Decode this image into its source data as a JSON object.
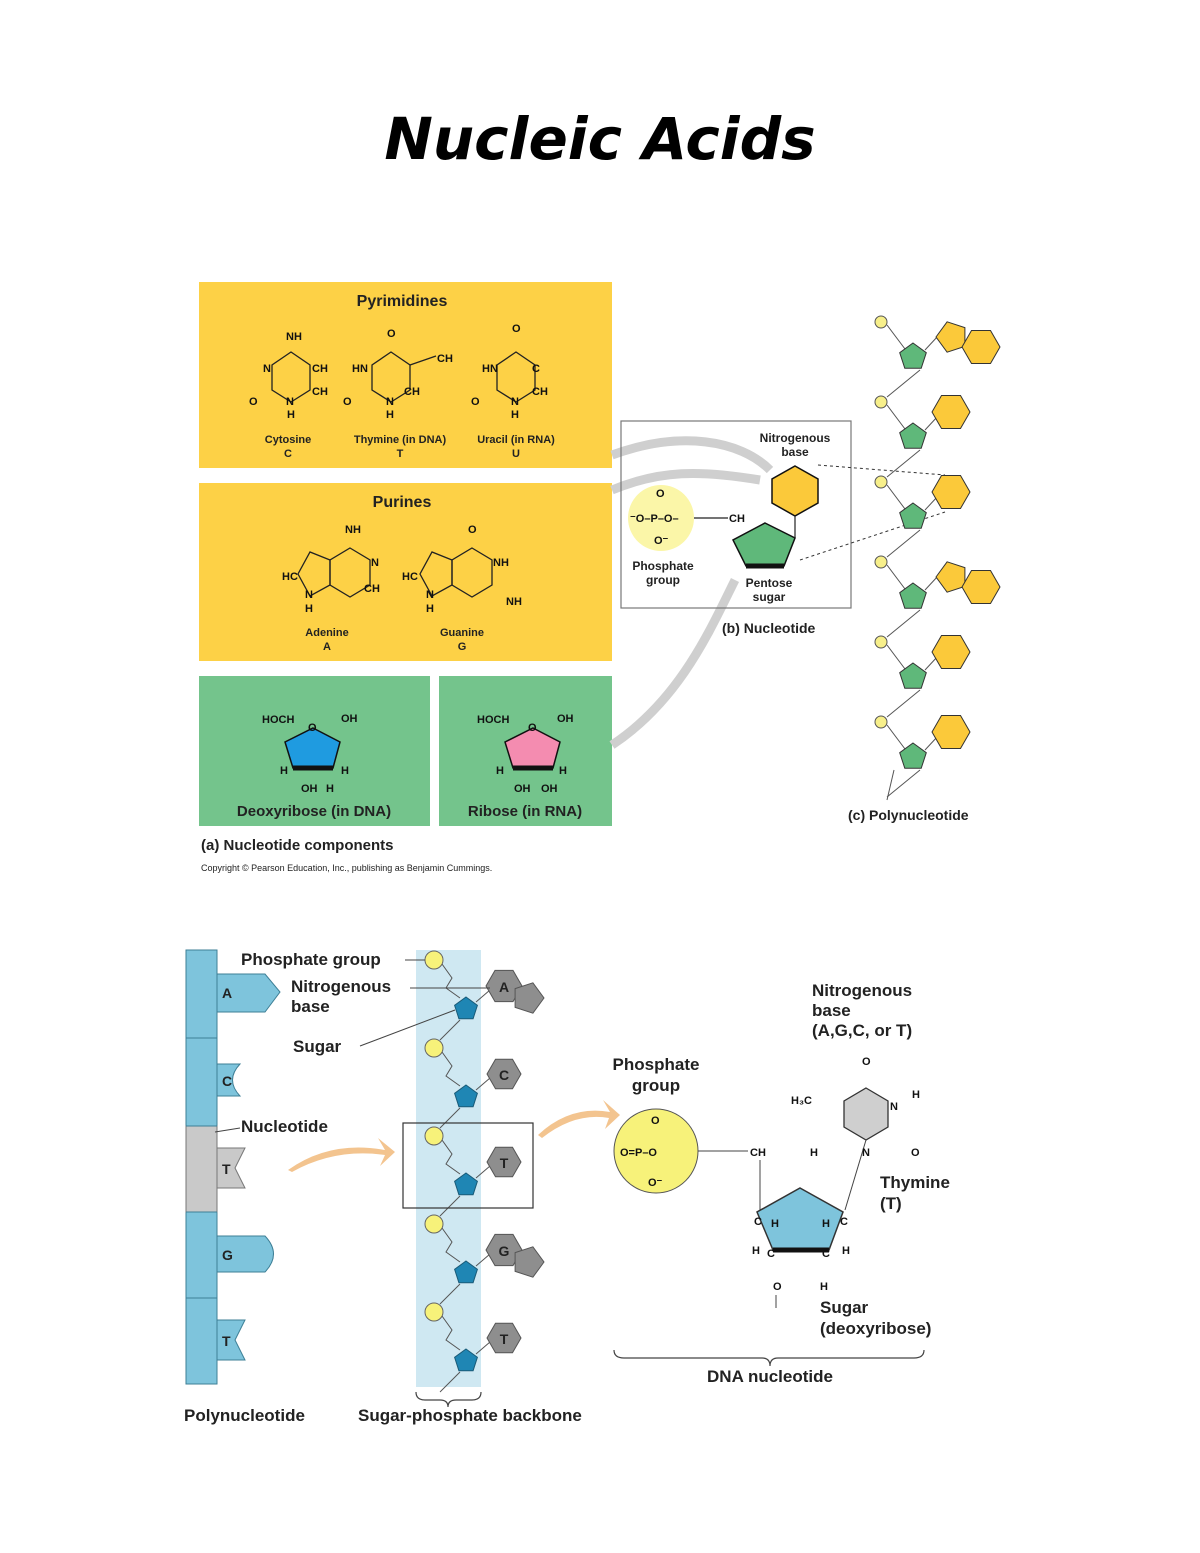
{
  "title": "Nucleic Acids",
  "figure1": {
    "pyrimidines": {
      "heading": "Pyrimidines",
      "bases": [
        {
          "name": "Cytosine",
          "letter": "C"
        },
        {
          "name": "Thymine (in DNA)",
          "letter": "T"
        },
        {
          "name": "Uracil (in RNA)",
          "letter": "U"
        }
      ]
    },
    "purines": {
      "heading": "Purines",
      "bases": [
        {
          "name": "Adenine",
          "letter": "A"
        },
        {
          "name": "Guanine",
          "letter": "G"
        }
      ]
    },
    "sugars": [
      {
        "name": "Deoxyribose (in DNA)",
        "color": "#1f9be0"
      },
      {
        "name": "Ribose (in RNA)",
        "color": "#f48cb0"
      }
    ],
    "panel_a": "(a) Nucleotide components",
    "copyright": "Copyright © Pearson Education, Inc., publishing as Benjamin Cummings.",
    "nucleotide": {
      "nitrogenous_base": [
        "Nitrogenous",
        "base"
      ],
      "phosphate_group": [
        "Phosphate",
        "group"
      ],
      "pentose_sugar": [
        "Pentose",
        "sugar"
      ],
      "caption": "(b) Nucleotide"
    },
    "polynucleotide_caption": "(c) Polynucleotide",
    "colors": {
      "panel_yellow": "#fdd146",
      "panel_green": "#74c48c",
      "base_yellow": "#fbc93a",
      "sugar_green": "#5fb87a"
    }
  },
  "figure2": {
    "strand_letters": [
      "A",
      "C",
      "T",
      "G",
      "T"
    ],
    "labels": {
      "phosphate_group": "Phosphate group",
      "nitrogenous_base": [
        "Nitrogenous",
        "base"
      ],
      "sugar": "Sugar",
      "nucleotide": "Nucleotide"
    },
    "backbone_letters": [
      "A",
      "C",
      "T",
      "G",
      "T"
    ],
    "detail": {
      "phosphate_group": [
        "Phosphate",
        "group"
      ],
      "nitrogenous_base": [
        "Nitrogenous",
        "base",
        "(A,G,C, or T)"
      ],
      "thymine": [
        "Thymine",
        "(T)"
      ],
      "sugar": [
        "Sugar",
        "(deoxyribose)"
      ],
      "dna_nucleotide": "DNA nucleotide"
    },
    "bottom_labels": {
      "polynucleotide": "Polynucleotide",
      "backbone": "Sugar-phosphate backbone"
    },
    "colors": {
      "strand_blue": "#7ec4dc",
      "sugar_blue": "#1f86b4",
      "base_gray": "#8e8e8e",
      "phosphate_yellow": "#f7f27a",
      "backbone_band": "#cfe8f2"
    }
  }
}
